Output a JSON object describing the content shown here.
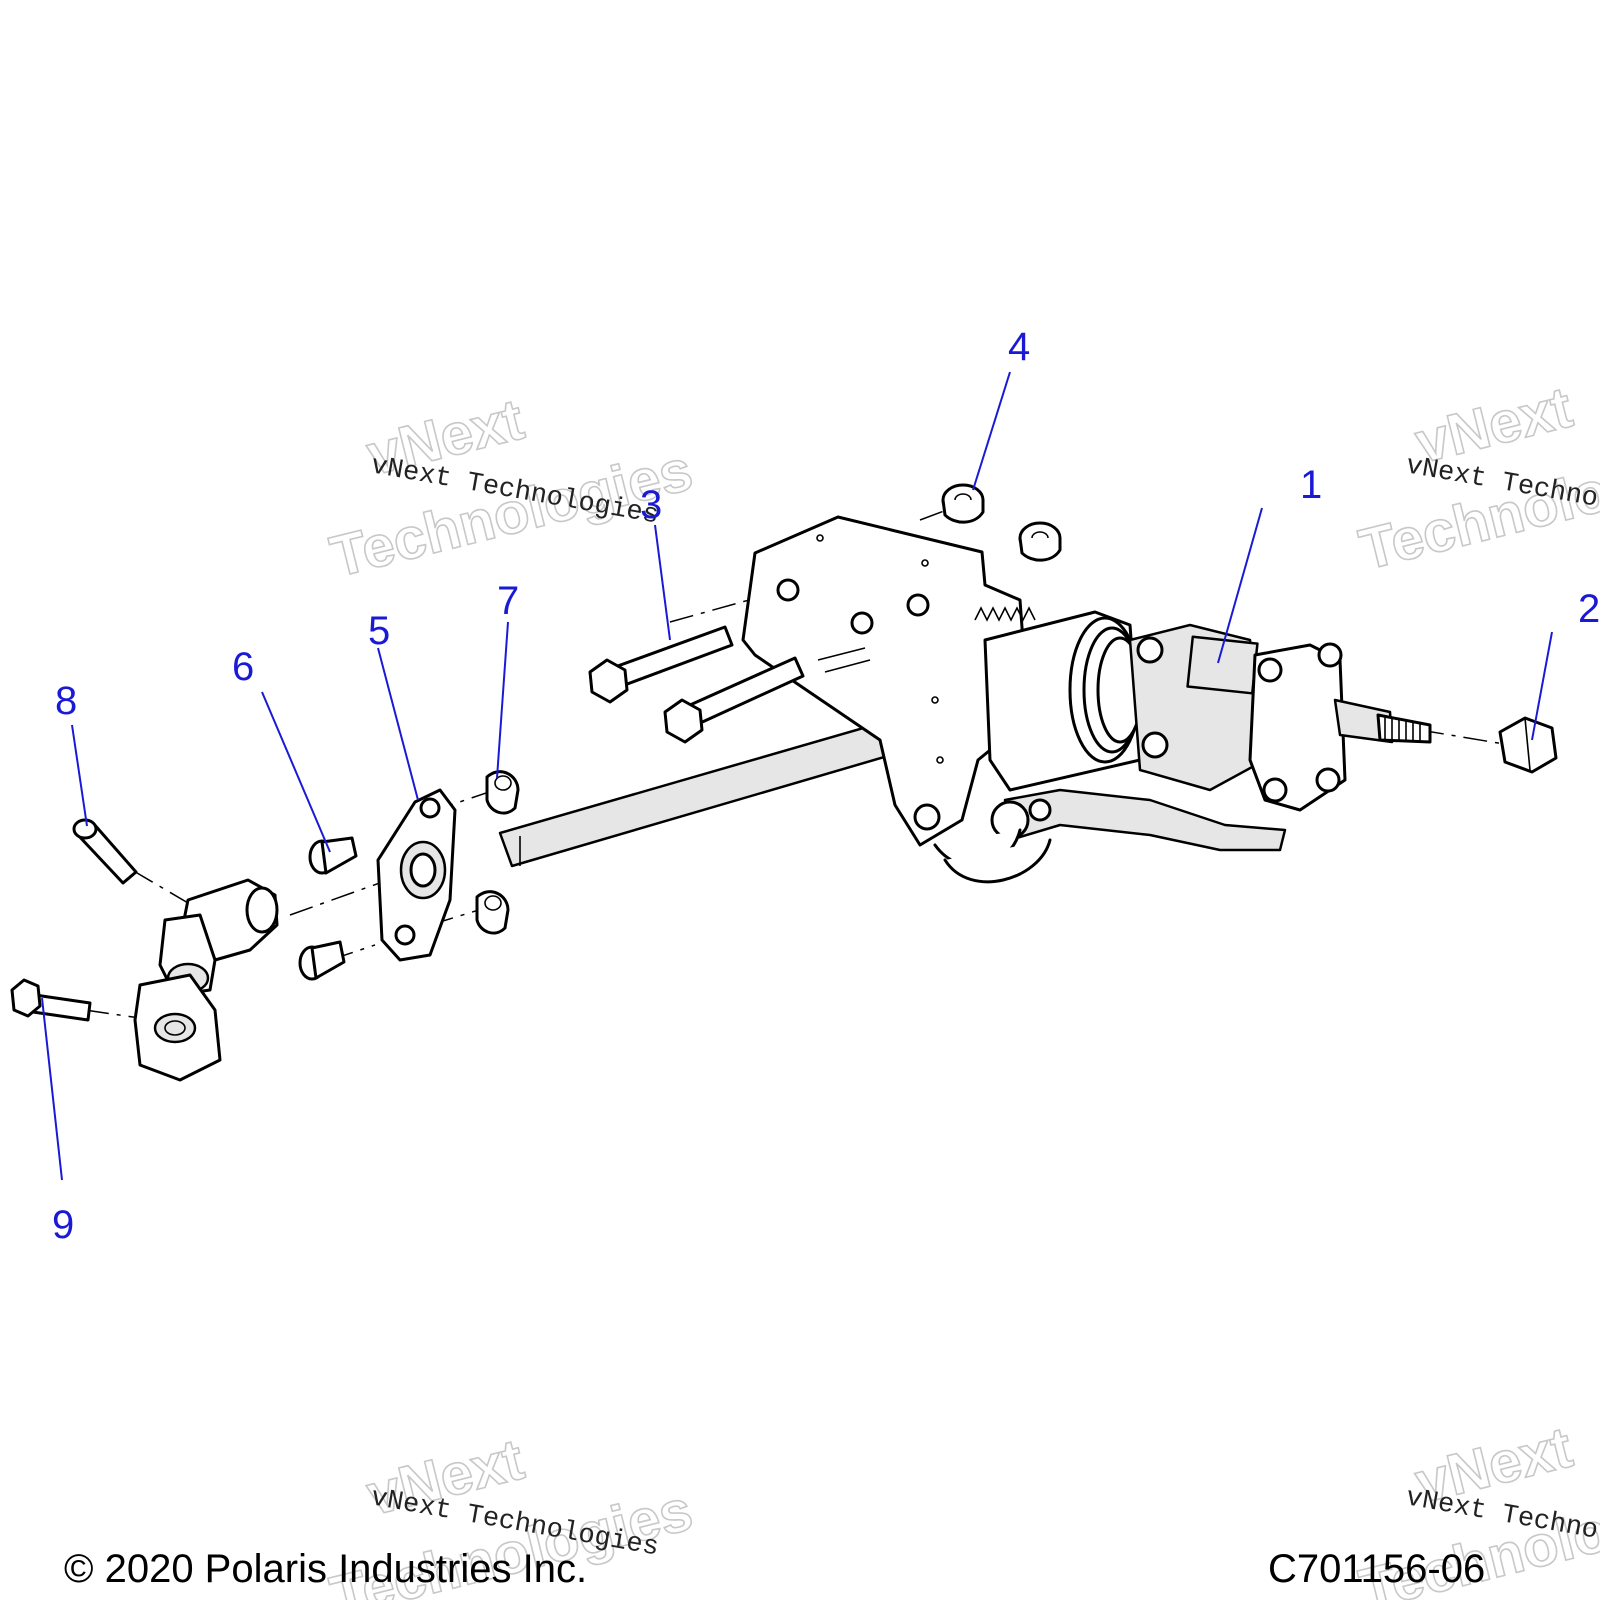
{
  "callouts": [
    {
      "id": "1",
      "label": "1"
    },
    {
      "id": "2",
      "label": "2"
    },
    {
      "id": "3",
      "label": "3"
    },
    {
      "id": "4",
      "label": "4"
    },
    {
      "id": "5",
      "label": "5"
    },
    {
      "id": "6",
      "label": "6"
    },
    {
      "id": "7",
      "label": "7"
    },
    {
      "id": "8",
      "label": "8"
    },
    {
      "id": "9",
      "label": "9"
    }
  ],
  "watermark": {
    "big_line1": "vNext",
    "big_line2": "Technologies",
    "small": "vNext Technologies"
  },
  "footer": {
    "copyright": "© 2020 Polaris Industries Inc.",
    "diagram_code": "C701156-06"
  },
  "colors": {
    "callout": "#1a1ad6",
    "line": "#000000",
    "watermark": "#c8c8c8"
  }
}
